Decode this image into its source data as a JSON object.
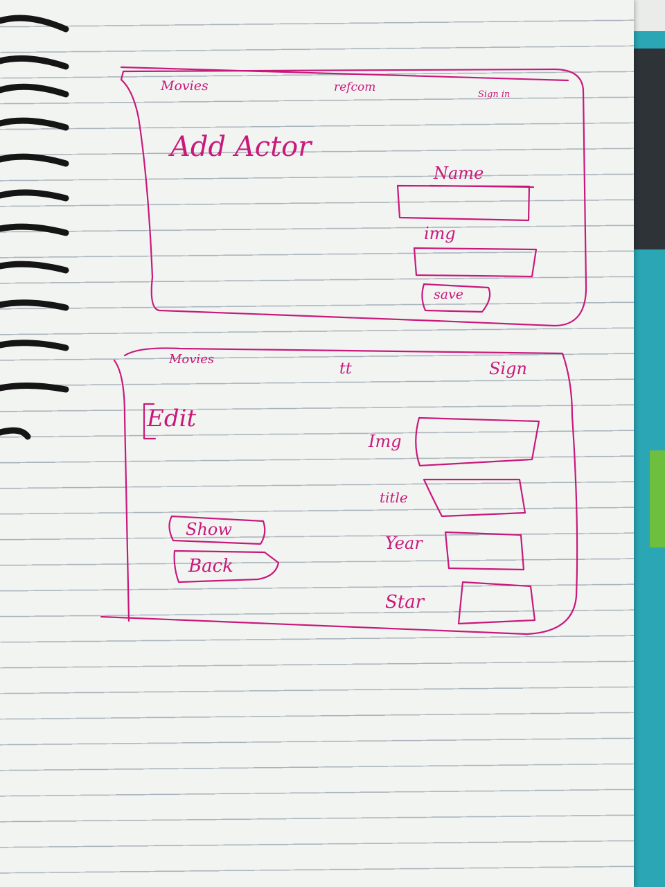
{
  "wireframe_top": {
    "nav": {
      "left": "Movies",
      "center": "refcom",
      "right": "Sign in"
    },
    "title": "Add Actor",
    "fields": [
      {
        "label": "Name"
      },
      {
        "label": "img"
      }
    ],
    "save_button": "save"
  },
  "wireframe_bottom": {
    "nav": {
      "left": "Movies",
      "center": "tt",
      "right": "Sign"
    },
    "title": "Edit",
    "fields": [
      {
        "label": "Img"
      },
      {
        "label": "title"
      },
      {
        "label": "Year"
      },
      {
        "label": "Star"
      }
    ],
    "show_button": "Show",
    "back_button": "Back"
  },
  "colors": {
    "ink": "#c8197a",
    "paper": "#f2f4f2",
    "rule": "#a9b3bb"
  }
}
